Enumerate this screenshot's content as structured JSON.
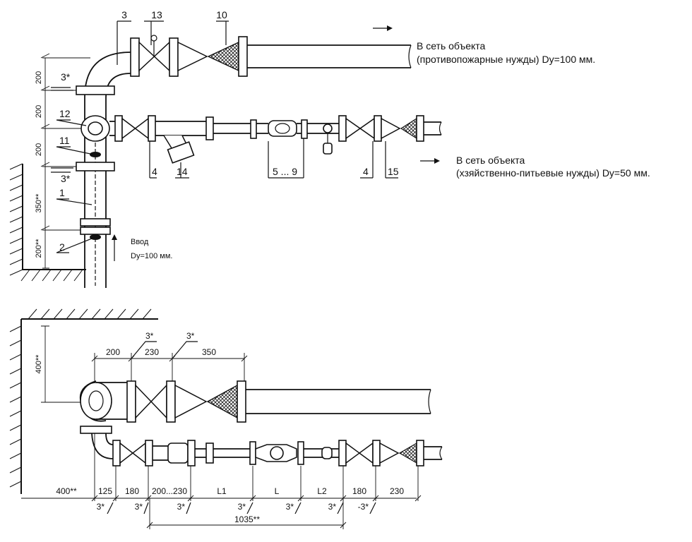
{
  "top_view": {
    "callouts": {
      "c3": "3",
      "c13": "13",
      "c10": "10",
      "c12": "12",
      "c11": "11",
      "c1": "1",
      "c2": "2",
      "c4a": "4",
      "c14": "14",
      "c5_9": "5 ... 9",
      "c4b": "4",
      "c15": "15",
      "c3s_a": "3*",
      "c3s_b": "3*"
    },
    "left_dims": {
      "d1": "200",
      "d2": "200",
      "d3": "200",
      "d4": "350**",
      "d5": "200**"
    },
    "notes": {
      "fire_line1": "В сеть объекта",
      "fire_line2": "(противопожарные нужды) Dy=100 мм.",
      "drink_line1": "В сеть объекта",
      "drink_line2": "(хзяйственно-питьевые нужды) Dy=50 мм.",
      "input_line1": "Ввод",
      "input_line2": "Dy=100 мм."
    }
  },
  "bottom_view": {
    "top_dims": {
      "a": "200",
      "b": "230",
      "c": "350",
      "s1": "3*",
      "s2": "3*"
    },
    "vertical_dim": "400**",
    "bottom_dims": {
      "d400": "400**",
      "d125": "125",
      "d180a": "180",
      "d200_230": "200...230",
      "dL1": "L1",
      "dL": "L",
      "dL2": "L2",
      "d180b": "180",
      "d230": "230",
      "total": "1035**"
    },
    "bottom_stars": [
      "3*",
      "3*",
      "3*",
      "3*",
      "3*",
      "3*",
      "-3*"
    ]
  }
}
